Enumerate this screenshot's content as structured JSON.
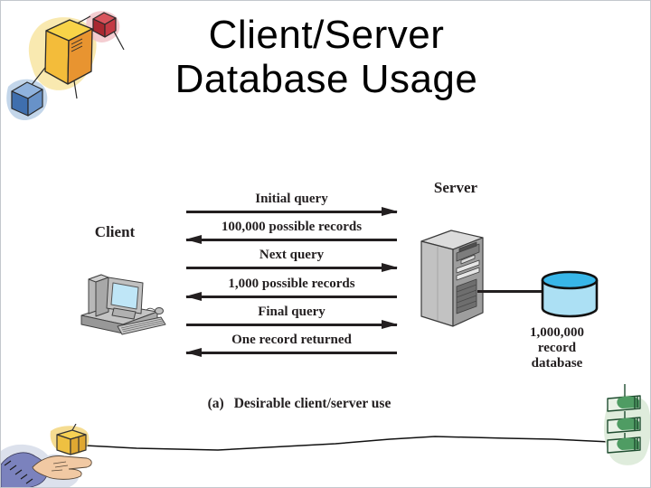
{
  "title": {
    "line1": "Client/Server",
    "line2": "Database Usage"
  },
  "diagram": {
    "client_label": "Client",
    "server_label": "Server",
    "messages": [
      {
        "label": "Initial query",
        "direction": "right"
      },
      {
        "label": "100,000 possible records",
        "direction": "left"
      },
      {
        "label": "Next query",
        "direction": "right"
      },
      {
        "label": "1,000 possible records",
        "direction": "left"
      },
      {
        "label": "Final query",
        "direction": "right"
      },
      {
        "label": "One record returned",
        "direction": "left"
      }
    ],
    "database_label": {
      "line1": "1,000,000",
      "line2": "record",
      "line3": "database"
    },
    "caption": {
      "prefix": "(a)",
      "text": "Desirable client/server use"
    }
  },
  "icons": {
    "top_left": "network-cubes-icon",
    "client": "client-computer-icon",
    "server": "server-tower-icon",
    "database": "database-cylinder-icon",
    "bottom_left": "hand-holding-box-icon",
    "bottom_right": "disk-stack-icon",
    "connector": "squiggle-line"
  },
  "colors": {
    "text": "#231f20",
    "title_text": "#000000",
    "database_top": "#38b6e8",
    "database_body": "#ace0f4",
    "monitor_screen": "#bfe6f7",
    "clipart_yellow": "#f6c23d",
    "clipart_orange": "#e89430",
    "clipart_red": "#c43a44",
    "clipart_blue": "#4a78b8",
    "clipart_green": "#4f9c63",
    "sleeve_purple": "#7b82bd"
  }
}
